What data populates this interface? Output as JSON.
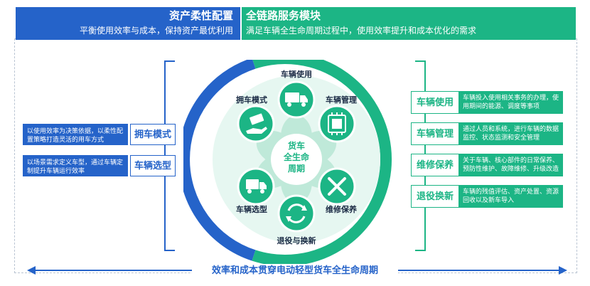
{
  "header": {
    "left_title": "资产柔性配置",
    "left_subtitle": "平衡使用效率与成本，保持资产最优利用",
    "right_title": "全链路服务模块",
    "right_subtitle": "满足车辆全生命周期过程中，使用效率提升和成本优化的需求"
  },
  "left_items": [
    {
      "label": "拥车模式",
      "desc": "以使用效率为决策依据，以柔性配置策略打造灵活的用车方式"
    },
    {
      "label": "车辆选型",
      "desc": "以场景需求定义车型，通过车辆定制提升车辆运行效率"
    }
  ],
  "center": {
    "title_line1": "货车",
    "title_line2": "全生命",
    "title_line3": "周期",
    "nodes": [
      {
        "label": "车辆使用",
        "icon": "truck-icon"
      },
      {
        "label": "车辆管理",
        "icon": "chip-icon"
      },
      {
        "label": "维修保养",
        "icon": "tools-icon"
      },
      {
        "label": "退役与换新",
        "icon": "recycle-icon"
      },
      {
        "label": "车辆选型",
        "icon": "truck-side-icon"
      },
      {
        "label": "拥车模式",
        "icon": "money-hand-icon"
      }
    ]
  },
  "right_items": [
    {
      "label": "车辆使用",
      "desc": "车辆投入使用相关事务的办理，使用期间的能源、调度等事项"
    },
    {
      "label": "车辆管理",
      "desc": "通过人员和系统，进行车辆的数据监控、状态监测和安全管理"
    },
    {
      "label": "维修保养",
      "desc": "关于车辆、核心部件的日常保养、预防性维护、故障维修、升级改造"
    },
    {
      "label": "退役换新",
      "desc": "车辆的残值评估、资产处置、资源回收以及新车导入"
    }
  ],
  "bottom_label": "效率和成本贯穿电动轻型货车全生命周期",
  "colors": {
    "blue": "#2563c9",
    "green": "#1cb585",
    "light_green": "#e6f7f1"
  }
}
